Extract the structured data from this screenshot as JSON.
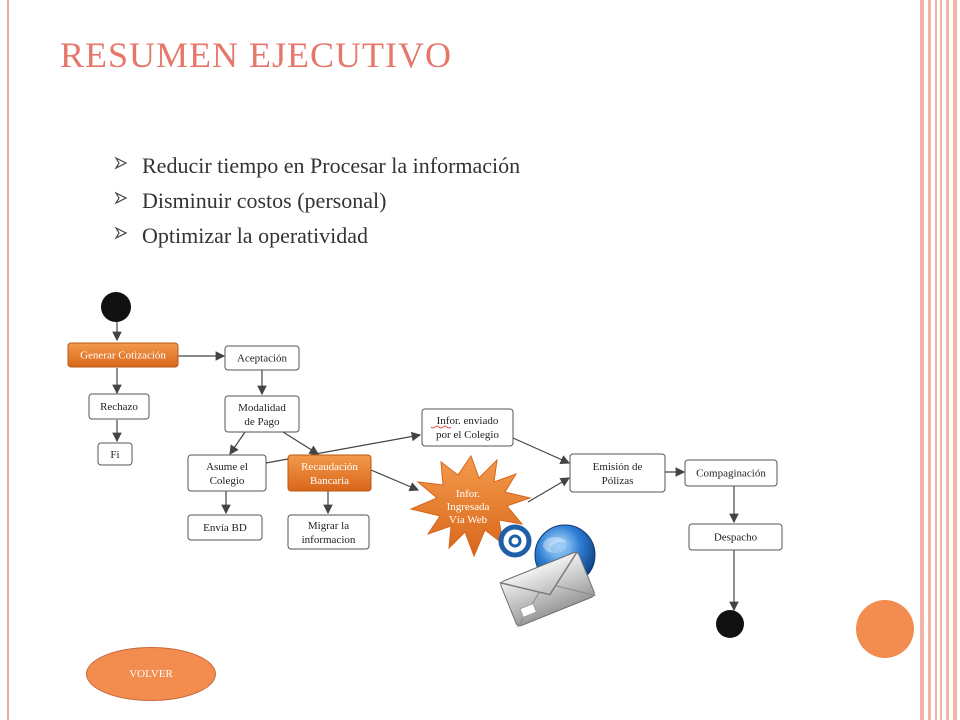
{
  "slide": {
    "title": "RESUMEN EJECUTIVO",
    "bullets": [
      "Reducir tiempo en Procesar la información",
      "Disminuir costos (personal)",
      "Optimizar la operatividad"
    ],
    "back_button": "VOLVER"
  },
  "colors": {
    "title": "#e5776b",
    "accent_orange": "#f28c4f",
    "box_orange": "#e87722",
    "frame_pink": "#f0a898"
  },
  "diagram": {
    "nodes": {
      "generar_cotizacion": "Generar Cotización",
      "aceptacion": "Aceptación",
      "rechazo": "Rechazo",
      "fi": "Fi",
      "modalidad_pago": [
        "Modalidad",
        "de Pago"
      ],
      "asume_colegio": [
        "Asume el",
        "Colegio"
      ],
      "recaudacion_bancaria": [
        "Recaudación",
        "Bancaria"
      ],
      "envia_bd": "Envía BD",
      "migrar_informacion": [
        "Migrar la",
        "informacion"
      ],
      "infor_enviado": [
        "Infor. enviado",
        "por el Colegio"
      ],
      "infor_web": [
        "Infor.",
        "Ingresada",
        "Vía Web"
      ],
      "emision_polizas": [
        "Emisión de",
        "Pólizas"
      ],
      "compaginacion": "Compaginación",
      "despacho": "Despacho"
    },
    "icons": [
      "email-at-icon",
      "globe-icon",
      "envelope-icon"
    ]
  }
}
